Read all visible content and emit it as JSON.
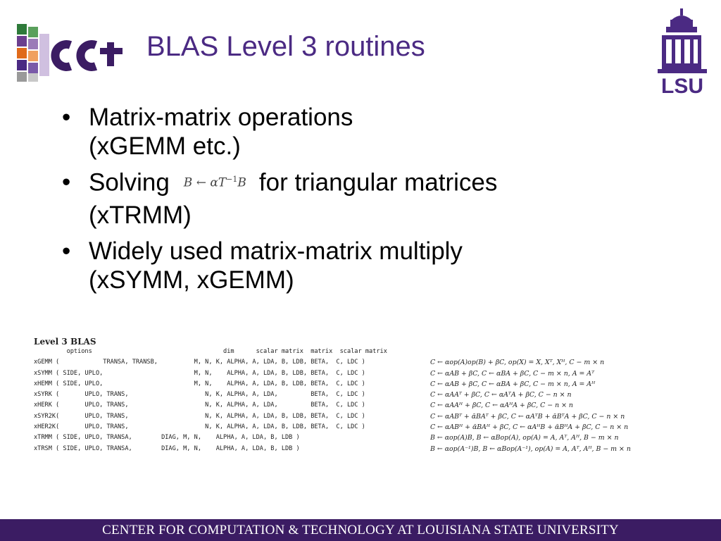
{
  "slide": {
    "title": "BLAS Level 3 routines",
    "bullets": [
      {
        "line1": "Matrix-matrix operations",
        "line2": "(xGEMM etc.)"
      },
      {
        "pre": "Solving",
        "math": "B ← αT",
        "math_sup": "−1",
        "math_end": "B",
        "post": "for triangular matrices",
        "line2": "(xTRMM)"
      },
      {
        "line1": "Widely used matrix-matrix multiply",
        "line2": "(xSYMM, xGEMM)"
      }
    ]
  },
  "blas_table": {
    "title": "Level 3 BLAS",
    "header": "         options                                    dim      scalar matrix  matrix  scalar matrix",
    "rows": [
      {
        "code": "xGEMM (            TRANSA, TRANSB,          M, N, K, ALPHA, A, LDA, B, LDB, BETA,  C, LDC )",
        "formula": "C ← αop(A)op(B) + βC, op(X) = X, Xᵀ, Xᴴ, C − m × n"
      },
      {
        "code": "xSYMM ( SIDE, UPLO,                         M, N,    ALPHA, A, LDA, B, LDB, BETA,  C, LDC )",
        "formula": "C ← αAB + βC, C ← αBA + βC, C − m × n, A = Aᵀ"
      },
      {
        "code": "xHEMM ( SIDE, UPLO,                         M, N,    ALPHA, A, LDA, B, LDB, BETA,  C, LDC )",
        "formula": "C ← αAB + βC, C ← αBA + βC, C − m × n, A = Aᴴ"
      },
      {
        "code": "xSYRK (       UPLO, TRANS,                     N, K, ALPHA, A, LDA,         BETA,  C, LDC )",
        "formula": "C ← αAAᵀ + βC, C ← αAᵀA + βC, C − n × n"
      },
      {
        "code": "xHERK (       UPLO, TRANS,                     N, K, ALPHA, A, LDA,         BETA,  C, LDC )",
        "formula": "C ← αAAᴴ + βC, C ← αAᴴA + βC, C − n × n"
      },
      {
        "code": "xSYR2K(       UPLO, TRANS,                     N, K, ALPHA, A, LDA, B, LDB, BETA,  C, LDC )",
        "formula": "C ← αABᵀ + ᾱBAᵀ + βC, C ← αAᵀB + ᾱBᵀA + βC, C − n × n"
      },
      {
        "code": "xHER2K(       UPLO, TRANS,                     N, K, ALPHA, A, LDA, B, LDB, BETA,  C, LDC )",
        "formula": "C ← αABᴴ + ᾱBAᴴ + βC, C ← αAᴴB + ᾱBᴴA + βC, C − n × n"
      },
      {
        "code": "xTRMM ( SIDE, UPLO, TRANSA,        DIAG, M, N,    ALPHA, A, LDA, B, LDB )",
        "formula": "B ← αop(A)B, B ← αBop(A), op(A) = A, Aᵀ, Aᴴ, B − m × n"
      },
      {
        "code": "xTRSM ( SIDE, UPLO, TRANSA,        DIAG, M, N,    ALPHA, A, LDA, B, LDB )",
        "formula": "B ← αop(A⁻¹)B, B ← αBop(A⁻¹), op(A) = A, Aᵀ, Aᴴ, B − m × n"
      }
    ]
  },
  "logos": {
    "left": "cct",
    "right": "LSU"
  },
  "footer": "CENTER FOR COMPUTATION & TECHNOLOGY AT LOUISIANA STATE UNIVERSITY",
  "colors": {
    "brand_purple": "#4b2a83",
    "footer_bg": "#3b1c63"
  }
}
